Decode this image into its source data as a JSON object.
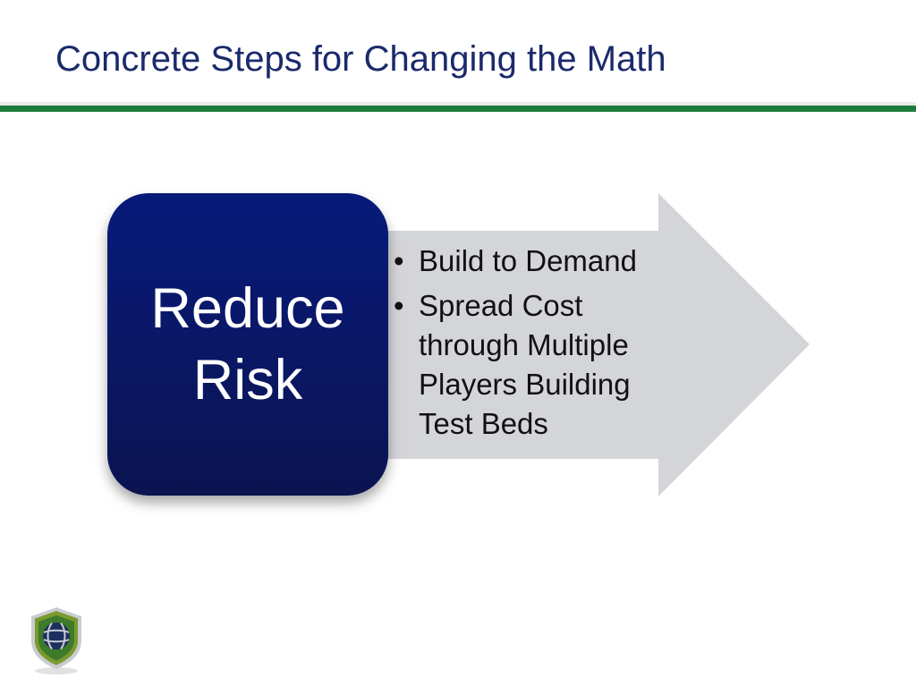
{
  "slide": {
    "title": "Concrete Steps for Changing the Math"
  },
  "diagram": {
    "box_label": "Reduce Risk",
    "bullets": [
      "Build to Demand",
      "Spread Cost through Multiple Players Building Test Beds"
    ]
  },
  "colors": {
    "title": "#1b2a6b",
    "rule": "#1e7d3a",
    "box": "#0a1762",
    "arrow": "#d4d5d9"
  },
  "icons": {
    "logo": "shield-globe-icon",
    "bullet": "bullet-dot-icon"
  }
}
